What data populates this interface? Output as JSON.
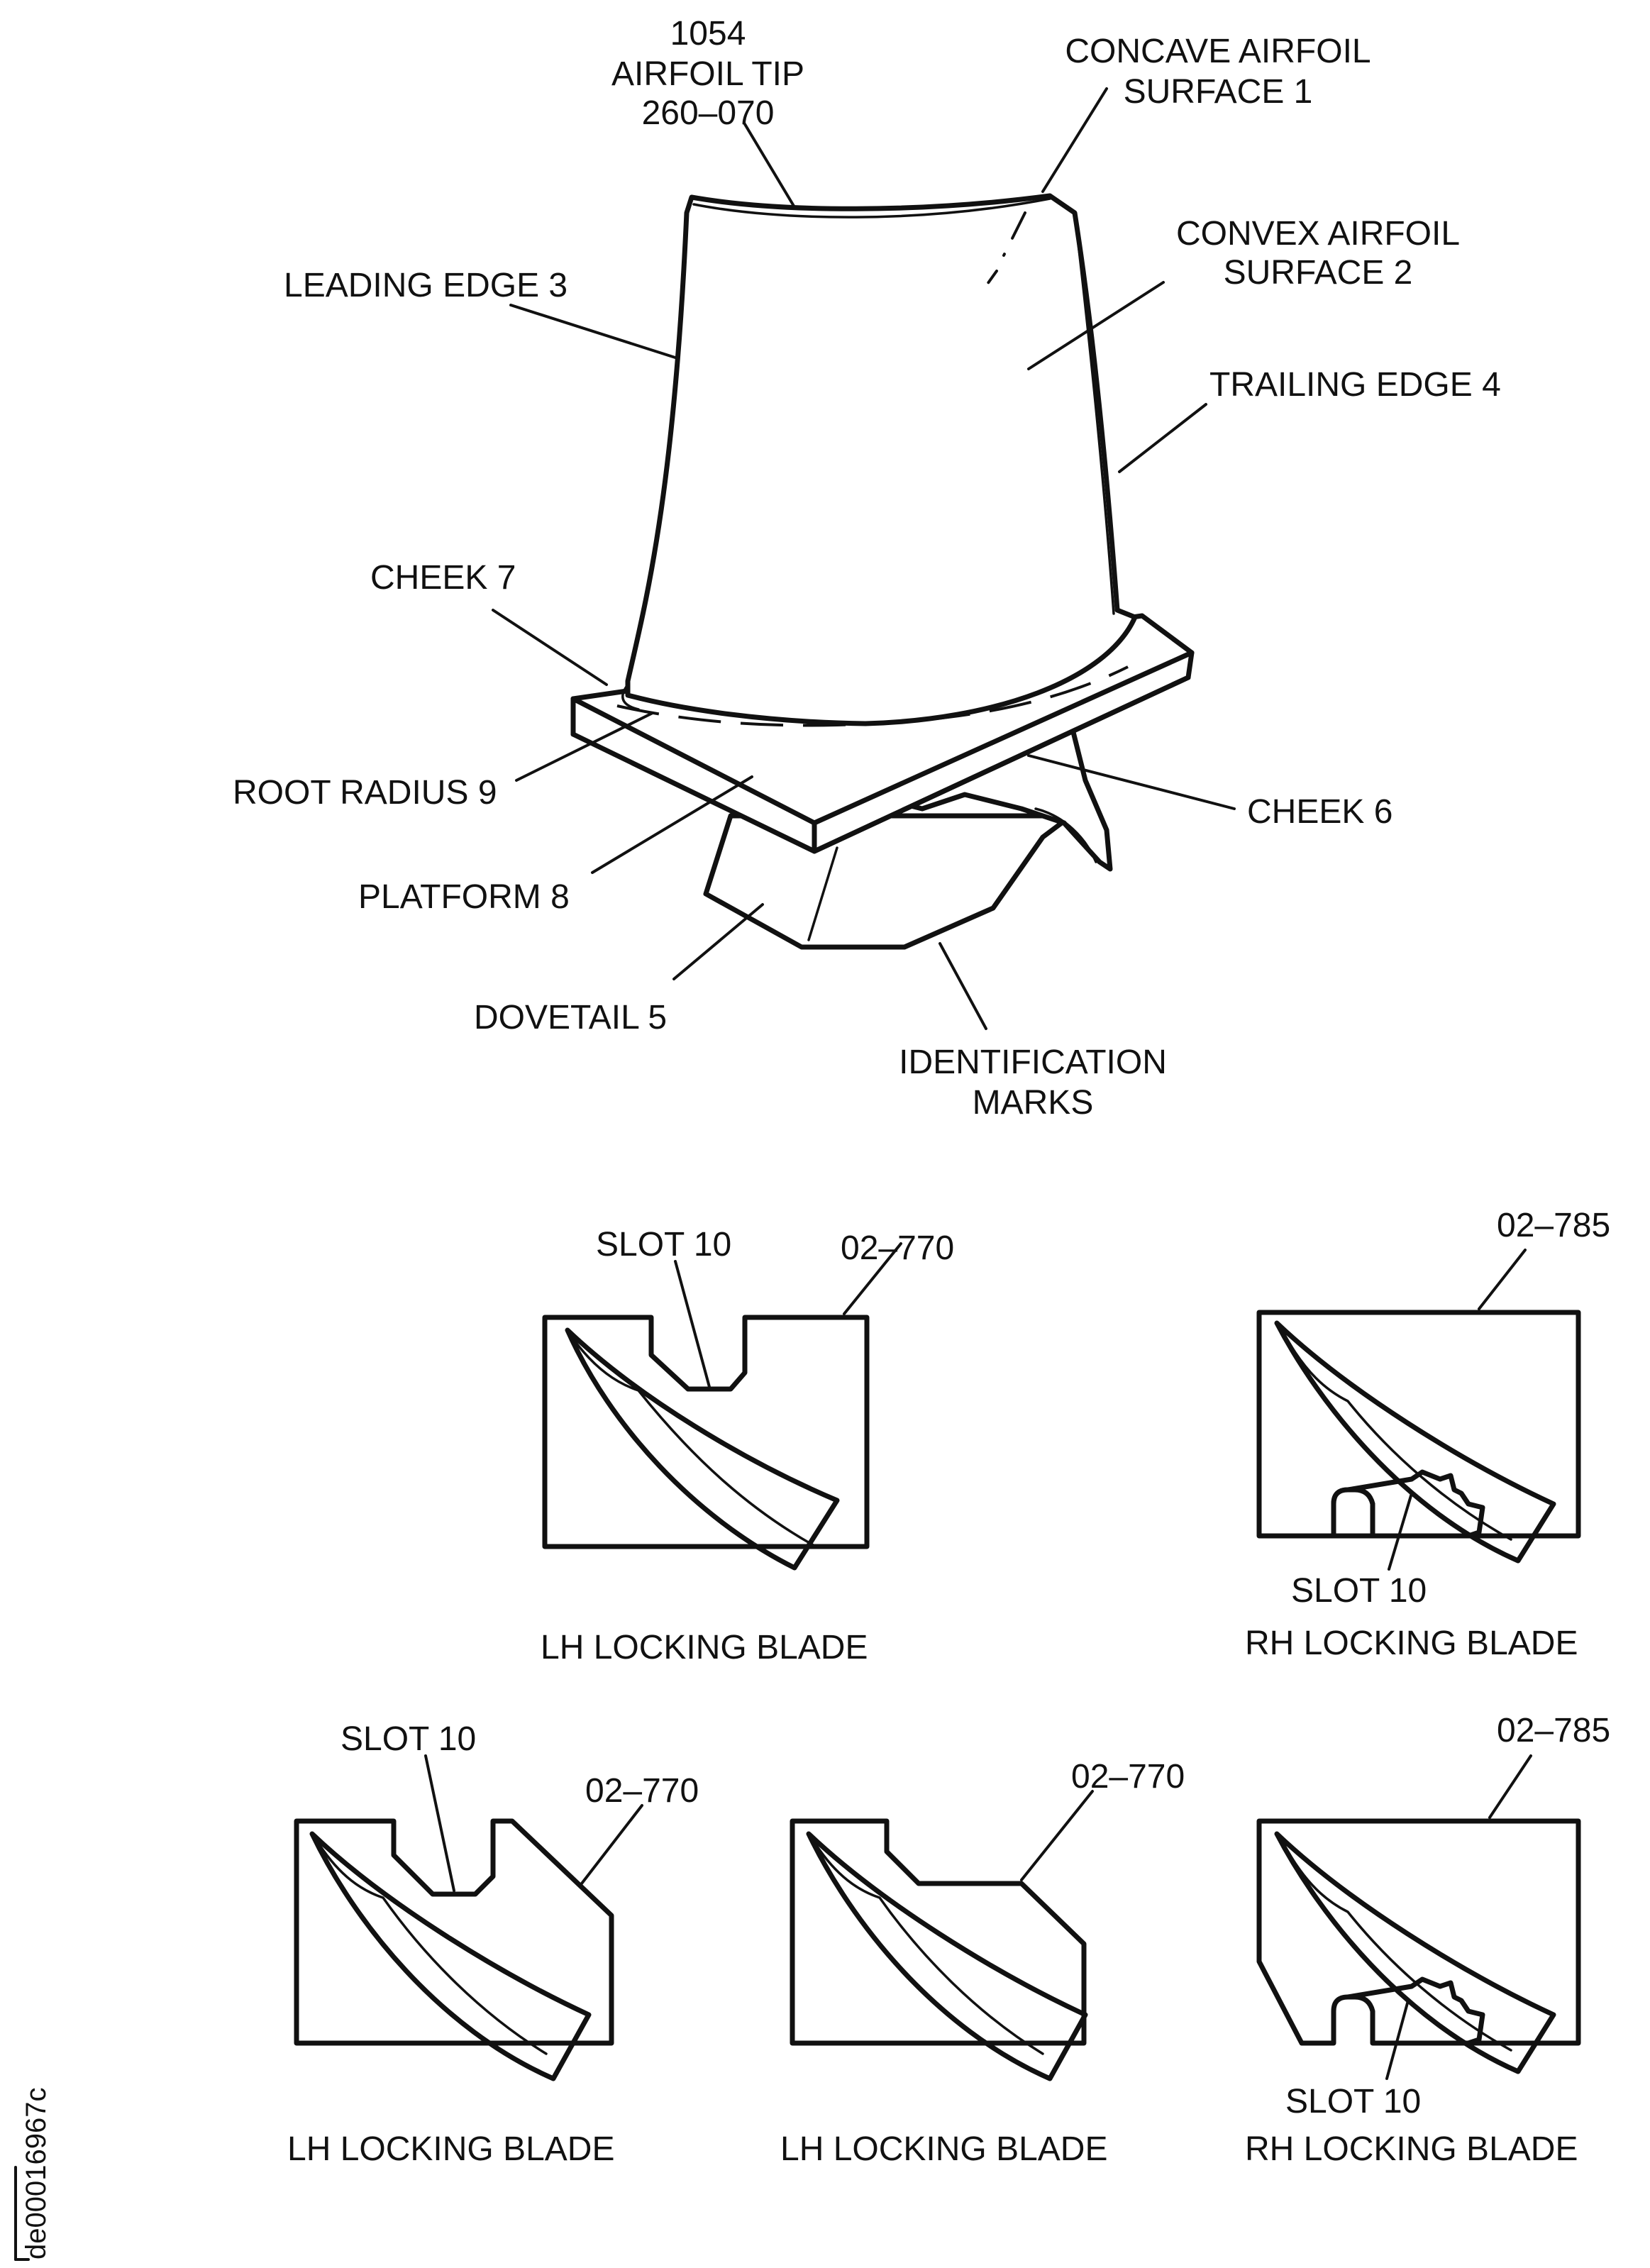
{
  "blade": {
    "tip_number": "1054",
    "tip_label": "AIRFOIL TIP",
    "tip_ref": "260–070",
    "concave_line1": "CONCAVE AIRFOIL",
    "concave_line2": "SURFACE 1",
    "convex_line1": "CONVEX AIRFOIL",
    "convex_line2": "SURFACE 2",
    "leading_edge": "LEADING EDGE 3",
    "trailing_edge": "TRAILING EDGE 4",
    "cheek7": "CHEEK 7",
    "root_radius": "ROOT RADIUS 9",
    "platform": "PLATFORM 8",
    "cheek6": "CHEEK 6",
    "dovetail": "DOVETAIL 5",
    "id_line1": "IDENTIFICATION",
    "id_line2": "MARKS"
  },
  "locking": {
    "slot": "SLOT 10",
    "ref_770": "02–770",
    "ref_785": "02–785",
    "lh": "LH LOCKING BLADE",
    "rh": "RH LOCKING BLADE"
  },
  "figure_id": "de00016967c",
  "colors": {
    "ink": "#111111",
    "paper": "#ffffff"
  }
}
